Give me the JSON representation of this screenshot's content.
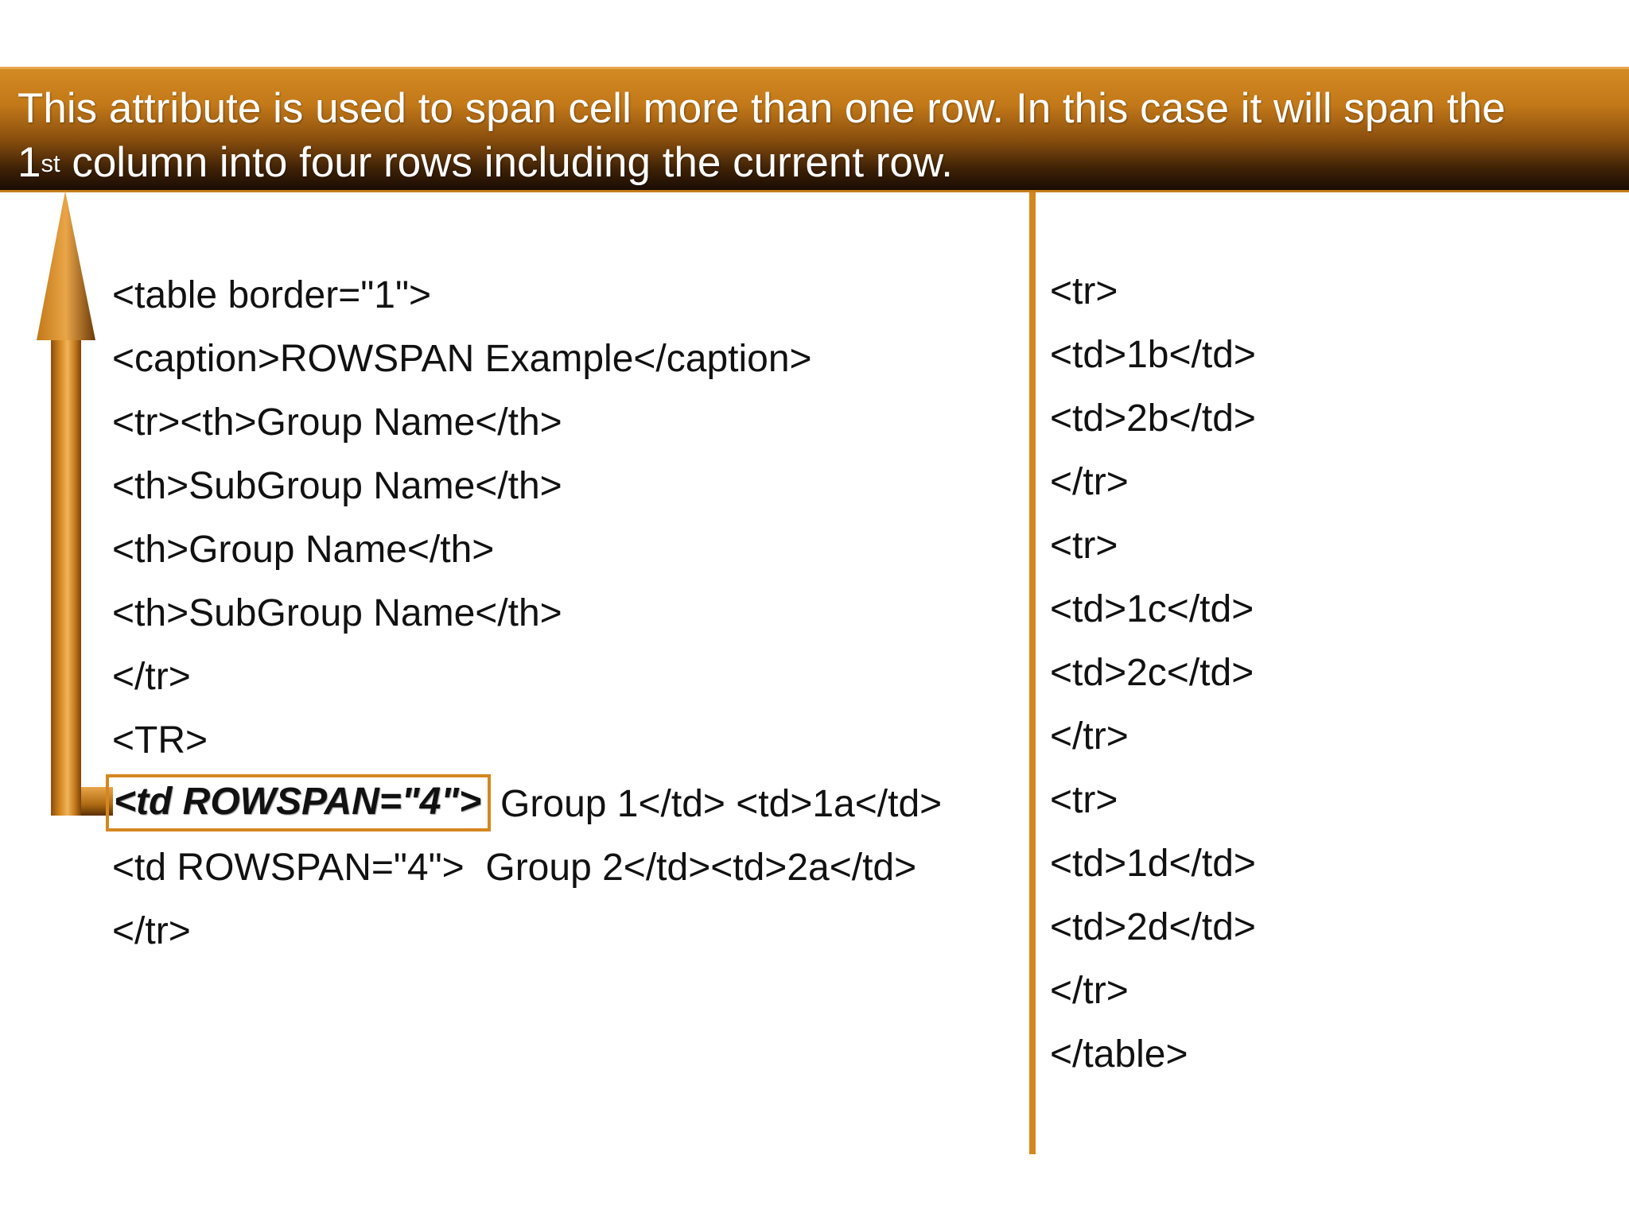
{
  "banner": {
    "line1": "This attribute is used to span cell more than one row. In this case it will span the",
    "line2_prefix": "1",
    "line2_sup": "st",
    "line2_rest": " column into four rows including the current row."
  },
  "code_left": [
    "<table border=\"1\">",
    "<caption>ROWSPAN Example</caption>",
    "<tr><th>Group Name</th>",
    "<th>SubGroup Name</th>",
    "<th>Group Name</th>",
    "<th>SubGroup Name</th>",
    "</tr>",
    "<TR>"
  ],
  "highlight_line": {
    "tag": "<td ROWSPAN=\"4\">",
    "rest": "Group 1</td> <td>1a</td>"
  },
  "code_left_after": [
    "<td ROWSPAN=\"4\">  Group 2</td><td>2a</td>",
    "</tr>"
  ],
  "code_right": [
    "<tr>",
    "<td>1b</td>",
    "<td>2b</td>",
    "</tr>",
    "<tr>",
    "<td>1c</td>",
    "<td>2c</td>",
    "</tr>",
    "<tr>",
    "<td>1d</td>",
    "<td>2d</td>",
    "</tr>",
    "</table>"
  ],
  "colors": {
    "accent": "#d4871f",
    "banner_top": "#d38a23",
    "banner_bottom": "#1a0c02"
  }
}
